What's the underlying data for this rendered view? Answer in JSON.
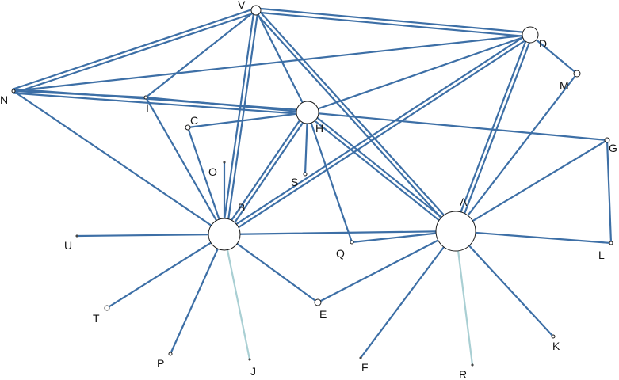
{
  "colors": {
    "edge": "#3d6fa6",
    "edge_light": "#a9cfd3",
    "node_stroke": "#1a1a1a",
    "label": "#111111"
  },
  "nodes": [
    {
      "id": "V",
      "label": "V"
    },
    {
      "id": "D",
      "label": "D"
    },
    {
      "id": "M",
      "label": "M"
    },
    {
      "id": "N",
      "label": "N"
    },
    {
      "id": "I",
      "label": "I"
    },
    {
      "id": "C",
      "label": "C"
    },
    {
      "id": "H",
      "label": "H"
    },
    {
      "id": "G",
      "label": "G"
    },
    {
      "id": "O",
      "label": "O"
    },
    {
      "id": "S",
      "label": "S"
    },
    {
      "id": "B",
      "label": "B"
    },
    {
      "id": "A",
      "label": "A"
    },
    {
      "id": "U",
      "label": "U"
    },
    {
      "id": "Q",
      "label": "Q"
    },
    {
      "id": "L",
      "label": "L"
    },
    {
      "id": "T",
      "label": "T"
    },
    {
      "id": "E",
      "label": "E"
    },
    {
      "id": "P",
      "label": "P"
    },
    {
      "id": "J",
      "label": "J"
    },
    {
      "id": "F",
      "label": "F"
    },
    {
      "id": "R",
      "label": "R"
    },
    {
      "id": "K",
      "label": "K"
    }
  ],
  "edges": [
    {
      "from": "B",
      "to": "U"
    },
    {
      "from": "B",
      "to": "T"
    },
    {
      "from": "B",
      "to": "P"
    },
    {
      "from": "B",
      "to": "J",
      "style": "light"
    },
    {
      "from": "B",
      "to": "E"
    },
    {
      "from": "B",
      "to": "O"
    },
    {
      "from": "B",
      "to": "C"
    },
    {
      "from": "B",
      "to": "I"
    },
    {
      "from": "B",
      "to": "N"
    },
    {
      "from": "B",
      "to": "V"
    },
    {
      "from": "B",
      "to": "H"
    },
    {
      "from": "B",
      "to": "D"
    },
    {
      "from": "B",
      "to": "A"
    },
    {
      "from": "A",
      "to": "E"
    },
    {
      "from": "A",
      "to": "F"
    },
    {
      "from": "A",
      "to": "R",
      "style": "light"
    },
    {
      "from": "A",
      "to": "K"
    },
    {
      "from": "A",
      "to": "L"
    },
    {
      "from": "A",
      "to": "G"
    },
    {
      "from": "A",
      "to": "M"
    },
    {
      "from": "A",
      "to": "D"
    },
    {
      "from": "A",
      "to": "H"
    },
    {
      "from": "A",
      "to": "V"
    },
    {
      "from": "V",
      "to": "N"
    },
    {
      "from": "V",
      "to": "I"
    },
    {
      "from": "V",
      "to": "D"
    },
    {
      "from": "V",
      "to": "H"
    },
    {
      "from": "D",
      "to": "M"
    },
    {
      "from": "D",
      "to": "H"
    },
    {
      "from": "N",
      "to": "H"
    },
    {
      "from": "N",
      "to": "I"
    },
    {
      "from": "C",
      "to": "H"
    },
    {
      "from": "I",
      "to": "H"
    },
    {
      "from": "H",
      "to": "S"
    },
    {
      "from": "H",
      "to": "G"
    },
    {
      "from": "H",
      "to": "Q"
    },
    {
      "from": "Q",
      "to": "A"
    },
    {
      "from": "G",
      "to": "L"
    },
    {
      "from": "N",
      "to": "D"
    }
  ]
}
